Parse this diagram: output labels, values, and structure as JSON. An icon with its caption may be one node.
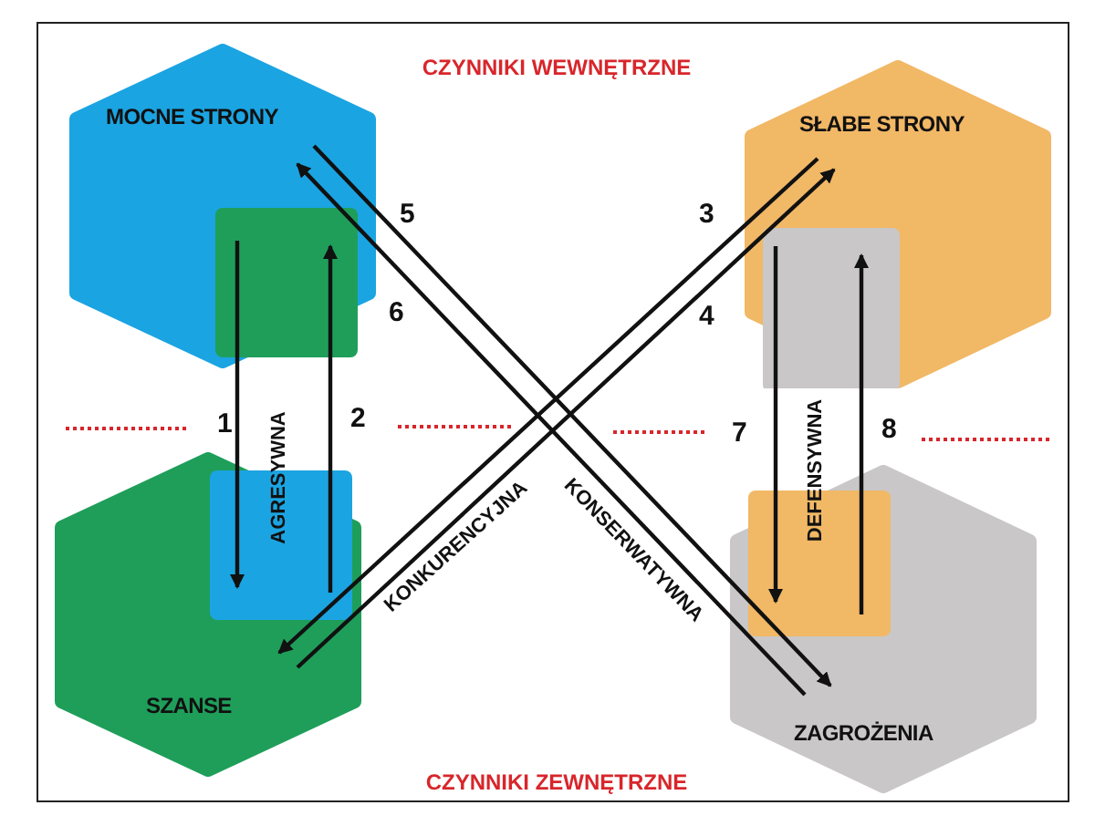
{
  "diagram": {
    "nodes": [
      {
        "text": [
          "MOCNE STRONY"
        ]
      },
      {
        "text": [
          "SŁABE STRONY"
        ]
      },
      {
        "text": [
          "SZANSE"
        ]
      },
      {
        "text": [
          "ZAGROŻENIA"
        ]
      }
    ],
    "edges": [
      {
        "from": 0,
        "to": 2,
        "arrow": "to",
        "label": "1"
      },
      {
        "from": 2,
        "to": 0,
        "arrow": "to",
        "label": "2"
      },
      {
        "from": 1,
        "to": 2,
        "arrow": "to",
        "label": "3"
      },
      {
        "from": 2,
        "to": 1,
        "arrow": "to",
        "label": "4"
      },
      {
        "from": 0,
        "to": 3,
        "arrow": "to",
        "label": "5"
      },
      {
        "from": 3,
        "to": 0,
        "arrow": "to",
        "label": "6"
      },
      {
        "from": 1,
        "to": 3,
        "arrow": "to",
        "label": "7"
      },
      {
        "from": 3,
        "to": 1,
        "arrow": "to",
        "label": "8"
      }
    ],
    "labels": [
      "CZYNNIKI WEWNĘTRZNE",
      "AGRESYWNA",
      "KONKURENCYJNA",
      "KONSERWATYWNA",
      "DEFENSYWNA",
      "CZYNNIKI ZEWNĘTRZNE"
    ]
  }
}
